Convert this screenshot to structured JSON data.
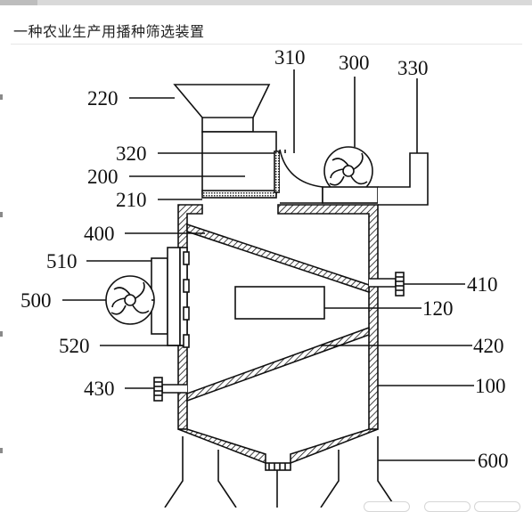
{
  "title": "一种农业生产用播种筛选装置",
  "labels": {
    "l220": "220",
    "l320": "320",
    "l200": "200",
    "l210": "210",
    "l310": "310",
    "l300": "300",
    "l330": "330",
    "l400": "400",
    "l510": "510",
    "l500": "500",
    "l520": "520",
    "l430": "430",
    "l410": "410",
    "l120": "120",
    "l420": "420",
    "l100": "100",
    "l600": "600"
  }
}
